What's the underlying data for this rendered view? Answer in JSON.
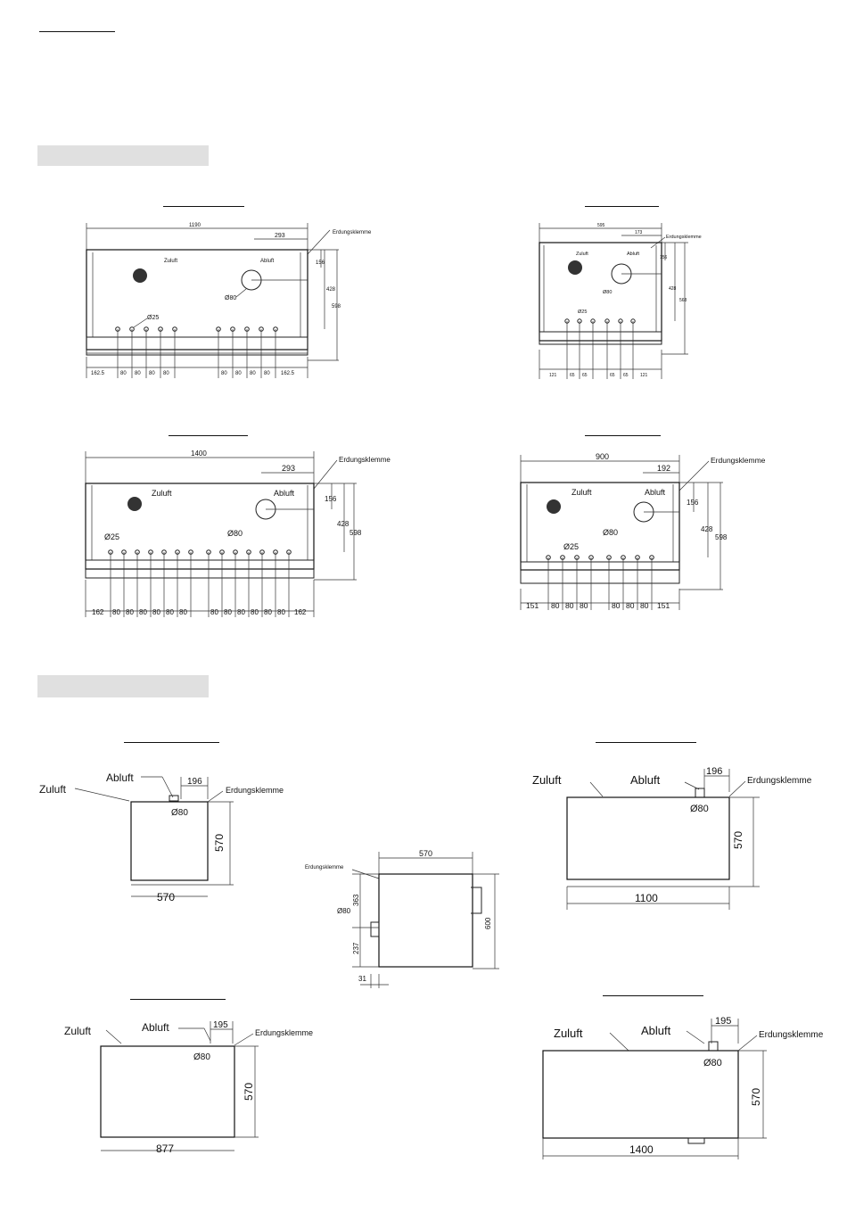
{
  "page": {},
  "front": {
    "d1190": {
      "total": "1190",
      "side": "293",
      "ground": "Erdungsklemme",
      "zuluft": "Zuluft",
      "abluft": "Abluft",
      "dia80": "Ø80",
      "dia25": "Ø25",
      "v156": "156",
      "v428": "428",
      "v598": "598",
      "bottom": [
        "162.5",
        "80",
        "80",
        "80",
        "80",
        "80",
        "80",
        "80",
        "80",
        "162.5"
      ]
    },
    "d595": {
      "total": "595",
      "side": "173",
      "ground": "Erdungsklemme",
      "zuluft": "Zuluft",
      "abluft": "Abluft",
      "dia80": "Ø80",
      "dia25": "Ø25",
      "v156": "156",
      "v428": "428",
      "v568": "568",
      "bottom": [
        "121",
        "65",
        "65",
        "65",
        "65",
        "121"
      ]
    },
    "d1400": {
      "total": "1400",
      "side": "293",
      "ground": "Erdungsklemme",
      "zuluft": "Zuluft",
      "abluft": "Abluft",
      "dia80": "Ø80",
      "dia25": "Ø25",
      "v156": "156",
      "v428": "428",
      "v598": "598",
      "bottom": [
        "162",
        "80",
        "80",
        "80",
        "80",
        "80",
        "80",
        "80",
        "80",
        "80",
        "80",
        "80",
        "80",
        "162"
      ]
    },
    "d900": {
      "total": "900",
      "side": "192",
      "ground": "Erdungsklemme",
      "zuluft": "Zuluft",
      "abluft": "Abluft",
      "dia80": "Ø80",
      "dia25": "Ø25",
      "v156": "156",
      "v428": "428",
      "v598": "598",
      "bottom": [
        "151",
        "80",
        "80",
        "80",
        "80",
        "80",
        "80",
        "151"
      ]
    }
  },
  "side": {
    "s570": {
      "zuluft": "Zuluft",
      "abluft": "Abluft",
      "ground": "Erdungsklemme",
      "top": "196",
      "dia": "Ø80",
      "height": "570",
      "width": "570"
    },
    "profile": {
      "ground": "Erdungsklemme",
      "width": "570",
      "h363": "363",
      "dia": "Ø80",
      "h237": "237",
      "h600": "600",
      "w31": "31"
    },
    "s1100": {
      "zuluft": "Zuluft",
      "abluft": "Abluft",
      "ground": "Erdungsklemme",
      "top": "196",
      "dia": "Ø80",
      "height": "570",
      "width": "1100"
    },
    "s877": {
      "zuluft": "Zuluft",
      "abluft": "Abluft",
      "ground": "Erdungsklemme",
      "top": "195",
      "dia": "Ø80",
      "height": "570",
      "width": "877"
    },
    "s1400": {
      "zuluft": "Zuluft",
      "abluft": "Abluft",
      "ground": "Erdungsklemme",
      "top": "195",
      "dia": "Ø80",
      "height": "570",
      "width": "1400"
    }
  }
}
